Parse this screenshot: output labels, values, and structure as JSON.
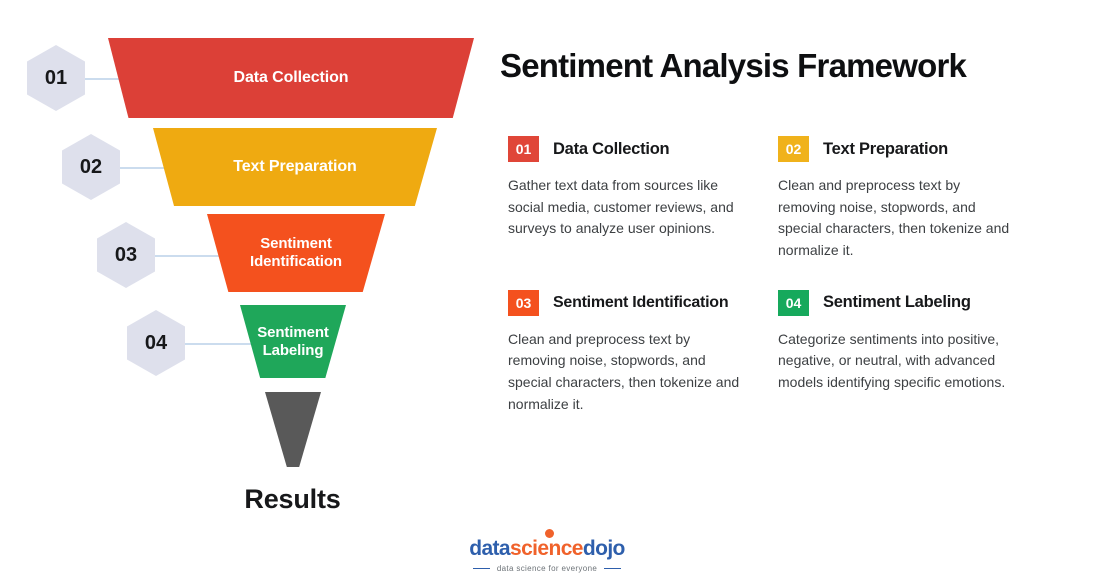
{
  "title": "Sentiment Analysis Framework",
  "funnel": {
    "stages": [
      {
        "number": "01",
        "label": "Data Collection",
        "color": "#DC4037"
      },
      {
        "number": "02",
        "label": "Text Preparation",
        "color": "#EFAA11"
      },
      {
        "number": "03",
        "label": "Sentiment\nIdentification",
        "color": "#F4511E",
        "line1": "Sentiment",
        "line2": "Identification"
      },
      {
        "number": "04",
        "label": "Sentiment\nLabeling",
        "color": "#1FA75A",
        "line1": "Sentiment",
        "line2": "Labeling"
      }
    ],
    "spout_color": "#595959",
    "outcome_label": "Results",
    "hexagon_color": "#DEE0EC",
    "connector_color": "#CBDCEE"
  },
  "steps": [
    {
      "number": "01",
      "badge_color": "#E04638",
      "title": "Data Collection",
      "body": "Gather text data from sources like social media, customer reviews, and surveys to analyze user opinions."
    },
    {
      "number": "02",
      "badge_color": "#F0B21B",
      "title": "Text Preparation",
      "body": "Clean and preprocess text by removing noise, stopwords, and special characters, then tokenize and normalize it."
    },
    {
      "number": "03",
      "badge_color": "#F4511E",
      "title": "Sentiment Identification",
      "body": "Clean and preprocess text by removing noise, stopwords, and special characters, then tokenize and normalize it."
    },
    {
      "number": "04",
      "badge_color": "#16A95C",
      "title": "Sentiment Labeling",
      "body": "Categorize sentiments into positive, negative, or neutral, with advanced models identifying specific emotions."
    }
  ],
  "logo": {
    "part1": "data",
    "part2": "science",
    "part3": "dojo",
    "tagline": "data science for everyone",
    "blue": "#2E5FAC",
    "orange": "#F0622B"
  }
}
